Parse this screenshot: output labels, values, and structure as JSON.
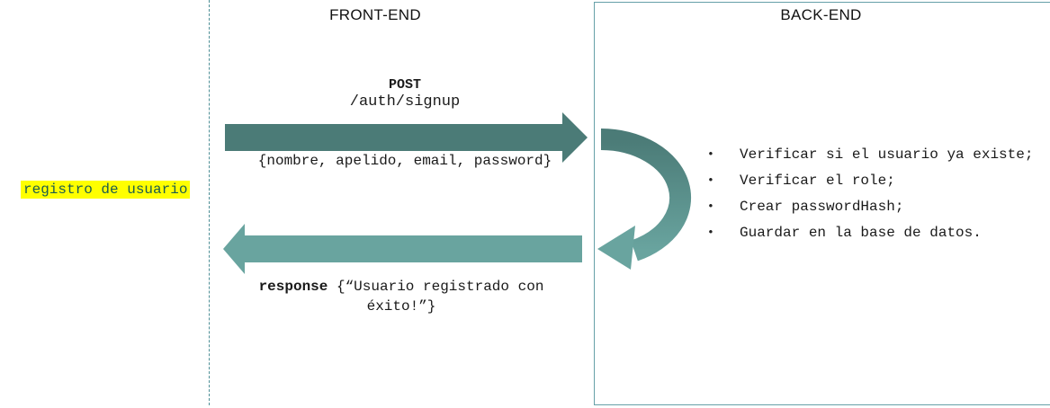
{
  "labels": {
    "frontend": "FRONT-END",
    "backend": "BACK-END"
  },
  "flow_label": "registro de usuario",
  "request": {
    "method": "POST",
    "endpoint": "/auth/signup",
    "payload": "{nombre, apelido, email, password}"
  },
  "backend_steps": {
    "bullet": "•",
    "items": [
      "Verificar si el usuario ya existe;",
      "Verificar el role;",
      "Crear passwordHash;",
      "Guardar en la base de datos."
    ]
  },
  "response": {
    "label": "response",
    "line1": " {“Usuario registrado con",
    "line2": "éxito!”}"
  },
  "colors": {
    "arrow_dark": "#4b7b77",
    "arrow_light": "#69a49f",
    "panel_border": "#66a0a8",
    "divider_teal": "#4e8f96",
    "highlight_bg": "#ffff00",
    "highlight_text": "#1d5c4e",
    "text": "#1a1a1a"
  }
}
